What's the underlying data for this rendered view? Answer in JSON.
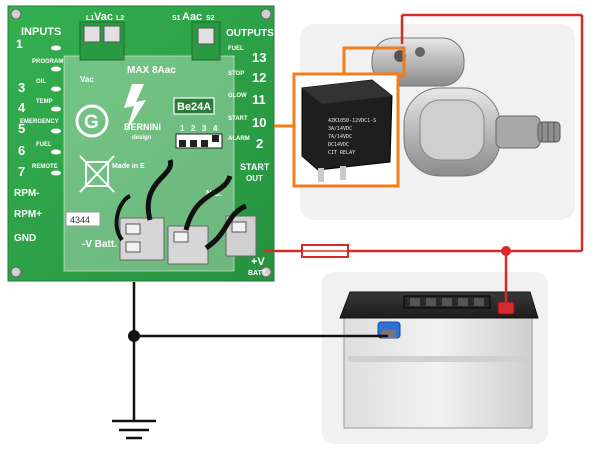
{
  "board": {
    "title_label": "INPUTS",
    "input_numbers": [
      "1",
      "3",
      "4",
      "5",
      "6",
      "7"
    ],
    "input_labels": [
      "PROGRAM",
      "OIL",
      "TEMP",
      "EMERGENCY",
      "FUEL",
      "REMOTE"
    ],
    "rpm_minus": "RPM-",
    "rpm_plus": "RPM+",
    "gnd": "GND",
    "vac_label": "Vac",
    "vac_terms": [
      "L1",
      "L2"
    ],
    "aac_label": "Aac",
    "aac_terms": [
      "S1",
      "S2"
    ],
    "vac_small": "Vac",
    "max_label": "MAX 8Aac",
    "model": "Be24A",
    "brand": "BERNINI",
    "brand_sub": "design",
    "dip_numbers": [
      "1",
      "2",
      "3",
      "4"
    ],
    "outputs_label": "OUTPUTS",
    "output_numbers": [
      "13",
      "12",
      "11",
      "10",
      "2"
    ],
    "output_labels": [
      "FUEL",
      "STOP",
      "GLOW",
      "START",
      "ALARM"
    ],
    "start_out": "START",
    "out_label": "OUT",
    "nc_label": "N.C.",
    "minus_vbatt": "-V Batt.",
    "plus_v": "+V",
    "batt": "BATT.",
    "sticker": "4344",
    "made_in": "Made in E"
  },
  "relay": {
    "lines": [
      "4ZK1050-12VDC1-S",
      "3A/14VDC",
      "7A/14VDC",
      "DC14VDC",
      "CIT RELAY"
    ]
  },
  "colors": {
    "pcb_green": "#2fa84a",
    "wire_red": "#d62b2b",
    "relay_orange": "#f07d1a",
    "wire_black": "#111111"
  }
}
